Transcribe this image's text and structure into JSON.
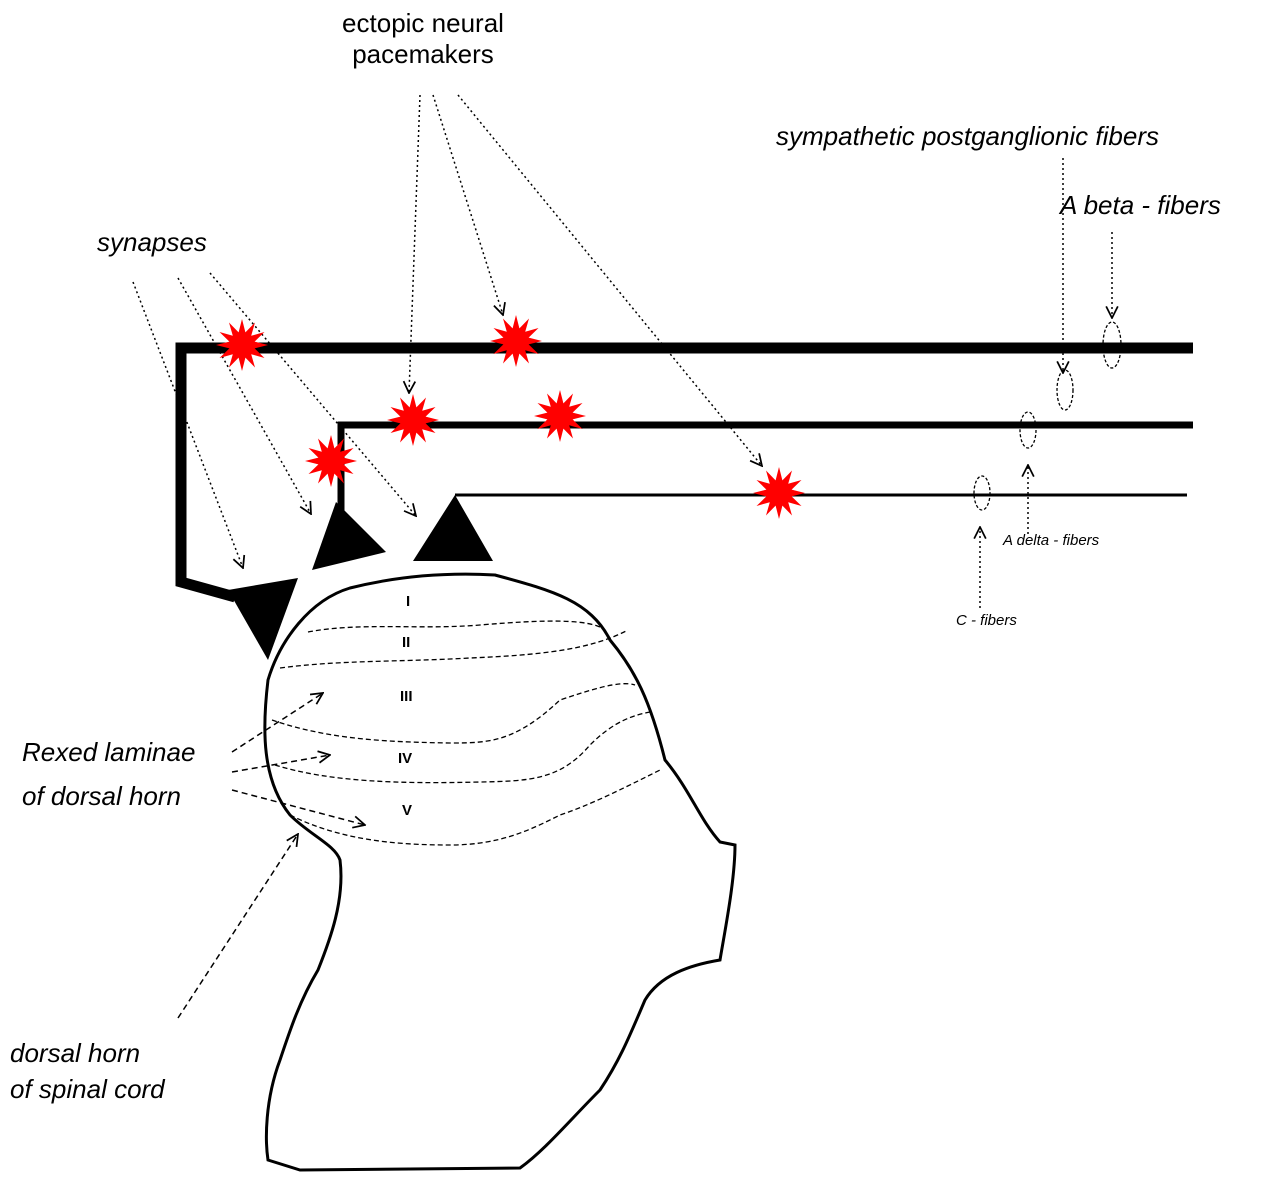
{
  "labels": {
    "ectopic_line1": "ectopic  neural",
    "ectopic_line2": "pacemakers",
    "sympathetic": "sympathetic postganglionic fibers",
    "a_beta": "A beta - fibers",
    "synapses": "synapses",
    "a_delta": "A delta - fibers",
    "c_fibers": "C - fibers",
    "rexed_line1": "Rexed laminae",
    "rexed_line2": "of dorsal horn",
    "dorsal_line1": "dorsal  horn",
    "dorsal_line2": "of spinal cord"
  },
  "laminae": [
    "I",
    "II",
    "III",
    "IV",
    "V"
  ],
  "colors": {
    "line": "#000000",
    "pacemaker": "#ff0000",
    "background": "#ffffff"
  }
}
